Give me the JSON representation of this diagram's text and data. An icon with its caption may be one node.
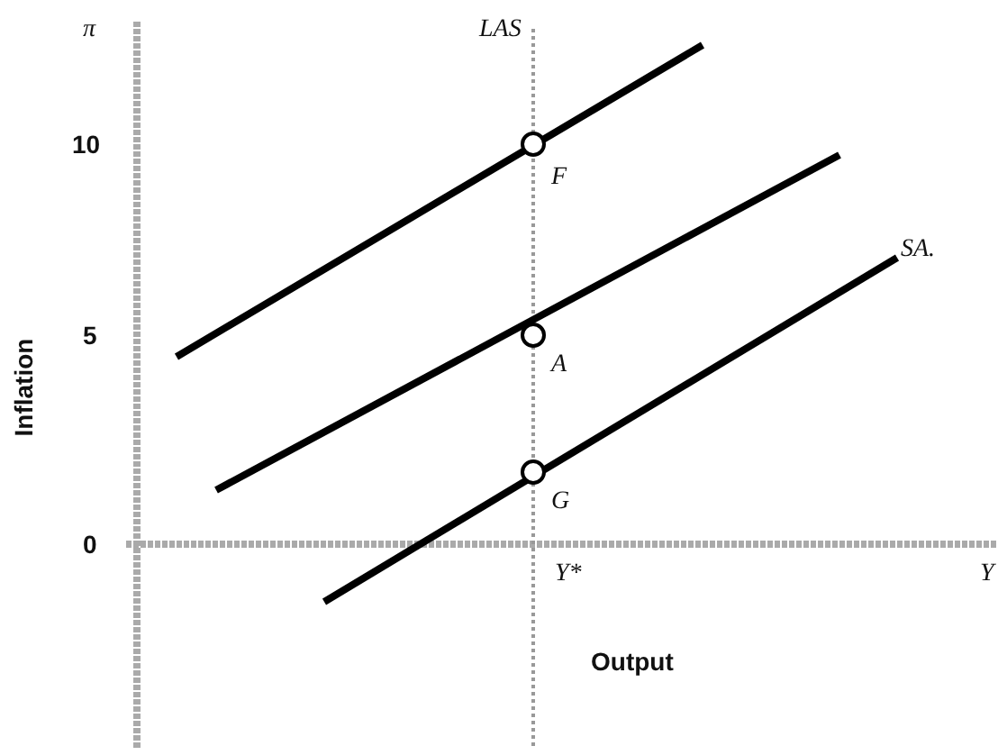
{
  "diagram": {
    "labels": [
      "π",
      "LAS",
      "10",
      "F",
      "SA.",
      "5",
      "A",
      "Inflation",
      "G",
      "0",
      "Y*",
      "Y",
      "Output"
    ]
  }
}
